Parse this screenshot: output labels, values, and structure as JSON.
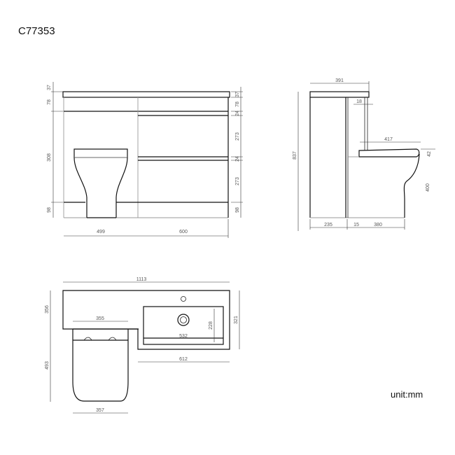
{
  "header": {
    "product_code": "C77353"
  },
  "footer": {
    "unit_label": "unit:mm"
  },
  "front_view": {
    "left_dims": [
      "37",
      "78",
      "308",
      "98"
    ],
    "right_dims": [
      "37",
      "78",
      "24",
      "273",
      "24",
      "273",
      "98"
    ],
    "bottom_dims": [
      "499",
      "600"
    ]
  },
  "side_view": {
    "top_width": "391",
    "flush_offset": "18",
    "height": "837",
    "seat_depth": "417",
    "seat_thickness": "42",
    "pan_height": "400",
    "bottom_dims": [
      "235",
      "15",
      "380"
    ]
  },
  "plan_view": {
    "total_width": "1113",
    "top_depth": "356",
    "toilet_depth": "493",
    "cistern_width": "355",
    "toilet_width": "357",
    "basin_inner_width": "532",
    "basin_inner_depth": "228",
    "basin_depth": "321",
    "basin_unit_width": "612"
  }
}
